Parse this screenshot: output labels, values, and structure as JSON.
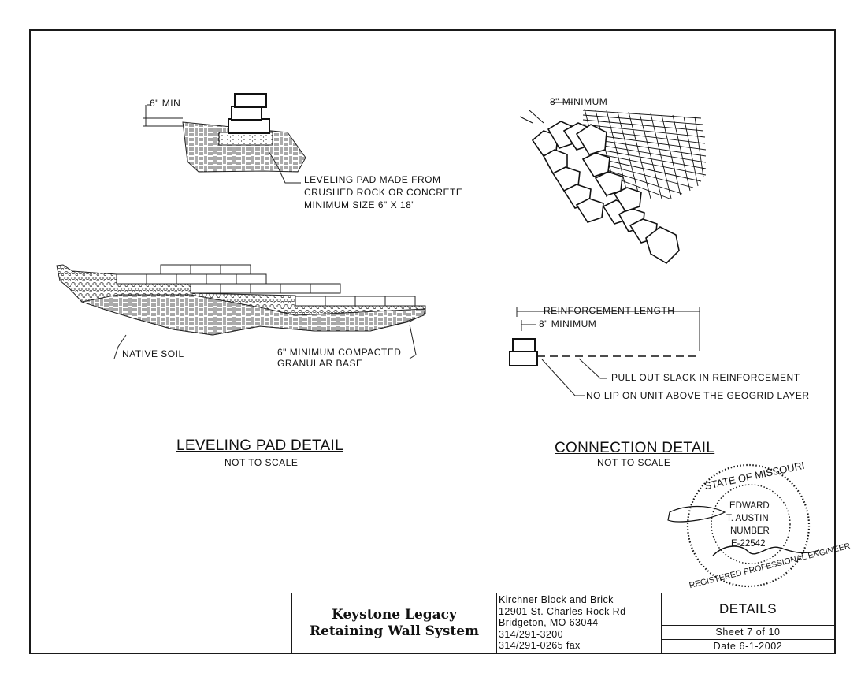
{
  "leveling_pad": {
    "min_label": "6\" MIN",
    "pad_note": [
      "LEVELING PAD MADE FROM",
      "CRUSHED ROCK OR CONCRETE",
      "MINIMUM SIZE 6\" X 18\""
    ],
    "native_soil": "NATIVE SOIL",
    "base_note": [
      "6\" MINIMUM COMPACTED",
      "GRANULAR BASE"
    ],
    "title": "LEVELING PAD DETAIL",
    "subtitle": "NOT TO SCALE"
  },
  "connection": {
    "min_label": "8\" MINIMUM",
    "reinf_length": "REINFORCEMENT LENGTH",
    "min_label_2": "8\" MINIMUM",
    "slack_note": "PULL OUT SLACK IN REINFORCEMENT",
    "lip_note": "NO LIP ON UNIT ABOVE THE GEOGRID LAYER",
    "title": "CONNECTION DETAIL",
    "subtitle": "NOT TO SCALE"
  },
  "seal": {
    "arc_top": "STATE OF MISSOURI",
    "arc_bottom": "REGISTERED PROFESSIONAL ENGINEER",
    "name_1": "EDWARD",
    "name_2": "T. AUSTIN",
    "number_label": "NUMBER",
    "number": "E-22542"
  },
  "title_block": {
    "project_line_1": "Keystone Legacy",
    "project_line_2": "Retaining Wall System",
    "company": [
      "Kirchner Block and Brick",
      "12901 St. Charles Rock Rd",
      "Bridgeton, MO   63044",
      "314/291-3200",
      "314/291-0265 fax"
    ],
    "sheet_title": "DETAILS",
    "sheet_no": "Sheet 7 of 10",
    "date": "Date 6-1-2002"
  }
}
